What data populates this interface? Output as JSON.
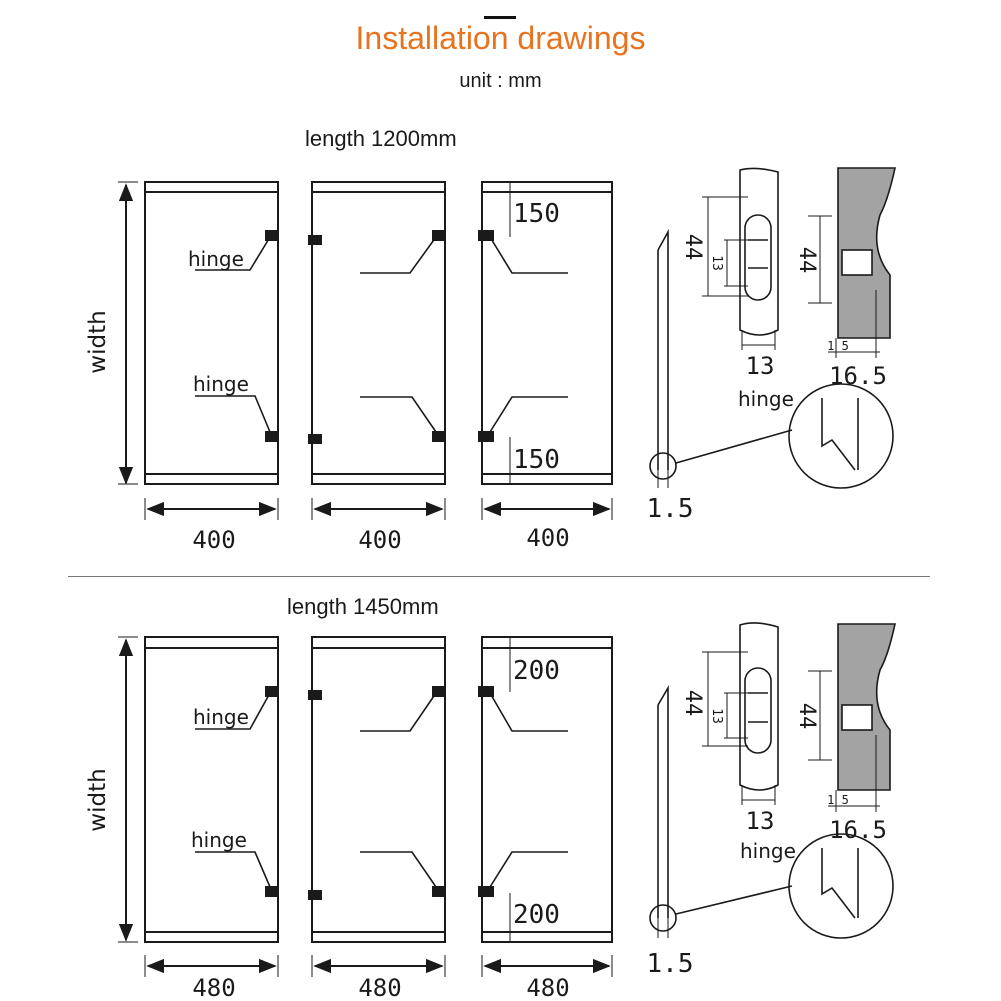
{
  "title": "Installation drawings",
  "unit": "unit : mm",
  "hinge_label": "hinge",
  "width_label": "width",
  "sections": [
    {
      "label": "length 1200mm",
      "panel_width": "400",
      "hinge_offset": "150",
      "profile_44": "44",
      "profile_13_small": "13",
      "profile_13": "13",
      "profile_15": "1 5",
      "profile_165": "16.5",
      "glass": "1.5"
    },
    {
      "label": "length 1450mm",
      "panel_width": "480",
      "hinge_offset": "200",
      "profile_44": "44",
      "profile_13_small": "13",
      "profile_13": "13",
      "profile_15": "1 5",
      "profile_165": "16.5",
      "glass": "1.5"
    }
  ]
}
